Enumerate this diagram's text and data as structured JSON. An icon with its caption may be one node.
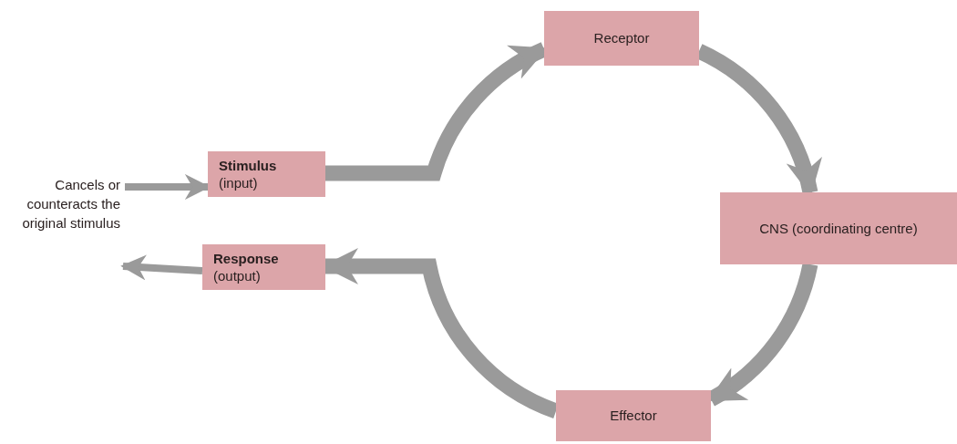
{
  "diagram": {
    "nodes": [
      {
        "text": [
          "Cancels or counteracts the original stimulus"
        ]
      },
      {
        "text": [
          "Stimulus",
          "(input)"
        ]
      },
      {
        "text": [
          "Receptor"
        ]
      },
      {
        "text": [
          "CNS (coordinating centre)"
        ]
      },
      {
        "text": [
          "Effector"
        ]
      },
      {
        "text": [
          "Response",
          "(output)"
        ]
      }
    ],
    "edges": [
      {
        "from": 0,
        "to": 1,
        "arrow": "to"
      },
      {
        "from": 1,
        "to": 2,
        "arrow": "to"
      },
      {
        "from": 2,
        "to": 3,
        "arrow": "to"
      },
      {
        "from": 3,
        "to": 4,
        "arrow": "to"
      },
      {
        "from": 4,
        "to": 5,
        "arrow": "to"
      },
      {
        "from": 5,
        "to": 0,
        "arrow": "to"
      }
    ]
  }
}
